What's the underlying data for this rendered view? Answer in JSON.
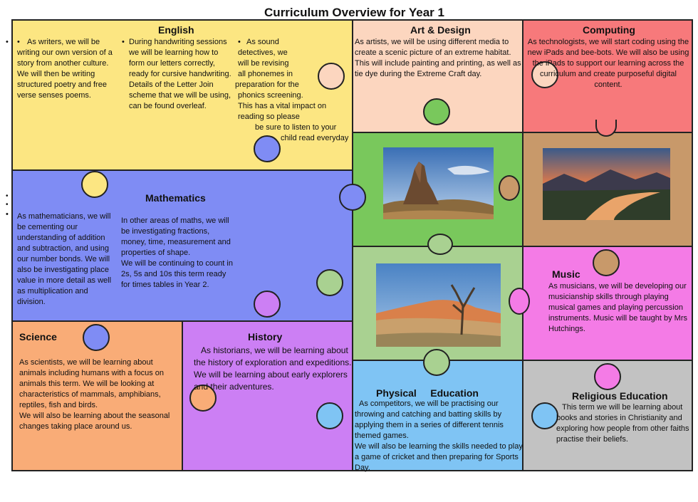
{
  "title": "Curriculum Overview for Year 1",
  "colors": {
    "english": "#fce682",
    "art": "#fcd6bf",
    "computing": "#f7797b",
    "maths": "#7f8cf4",
    "green": "#79c85c",
    "brown": "#c8996a",
    "light_green": "#a9d191",
    "music": "#f47be6",
    "science": "#f9ac77",
    "history": "#cc7ff4",
    "pe": "#7fc4f4",
    "re": "#c2c2c2"
  },
  "english": {
    "heading": "English",
    "col1": "As writers, we will be writing our own version of a story from another culture. We will then be writing structured poetry and free verse senses poems.",
    "col2": "During handwriting sessions we will be learning how to form our letters correctly, ready for cursive handwriting. Details of the Letter Join scheme that we will be using, can be found overleaf.",
    "col3_lines": [
      "As sound",
      "detectives, we",
      "will be revising",
      "all phonemes in",
      "preparation for the",
      "phonics screening.",
      "This has a vital impact on",
      "reading so please",
      "be sure to listen to your",
      "child read everyday"
    ]
  },
  "art": {
    "heading": "Art & Design",
    "text": "As artists, we will be using different media to create a scenic picture of an extreme habitat. This will include painting and printing, as well as tie dye during the Extreme Craft day."
  },
  "computing": {
    "heading": "Computing",
    "text": "As technologists, we will start coding using the new iPads and bee-bots. We will also be using the iPads to support our learning across the curriculum and create purposeful digital content."
  },
  "maths": {
    "heading": "Mathematics",
    "col1": "As mathematicians, we will be cementing our understanding of addition and subtraction, and using our number bonds. We will also be investigating place value in more detail as well as multiplication and division.",
    "col2": "In other areas of maths, we will be investigating fractions, money, time, measurement and properties of shape.",
    "col2b": "We will be continuing to count in 2s, 5s and 10s this term ready for times tables in Year 2."
  },
  "music": {
    "heading": "Music",
    "text": "As musicians, we will be developing our musicianship skills through playing musical games and playing percussion instruments. Music will be taught by Mrs Hutchings."
  },
  "science": {
    "heading": "Science",
    "text1": "As scientists, we will be learning about animals including humans with a focus on animals this term. We will be looking at characteristics of mammals, amphibians, reptiles, fish and birds.",
    "text2": "We will also be learning about the seasonal changes taking place around us."
  },
  "history": {
    "heading": "History",
    "text": "As historians, we will be learning about the history of exploration and expeditions. We will be learning about early explorers and their adventures."
  },
  "pe": {
    "heading": "Physical     Education",
    "text1": "As competitors, we will be practising our throwing and catching and batting skills by applying them in a series of different tennis themed games.",
    "text2": "We will also be learning the skills needed to play a game of cricket and then preparing for Sports Day."
  },
  "re": {
    "heading": "Religious Education",
    "text": "This term we will be learning about books and stories in Christianity and exploring how people from other faiths practise their beliefs."
  },
  "bullet": "•"
}
